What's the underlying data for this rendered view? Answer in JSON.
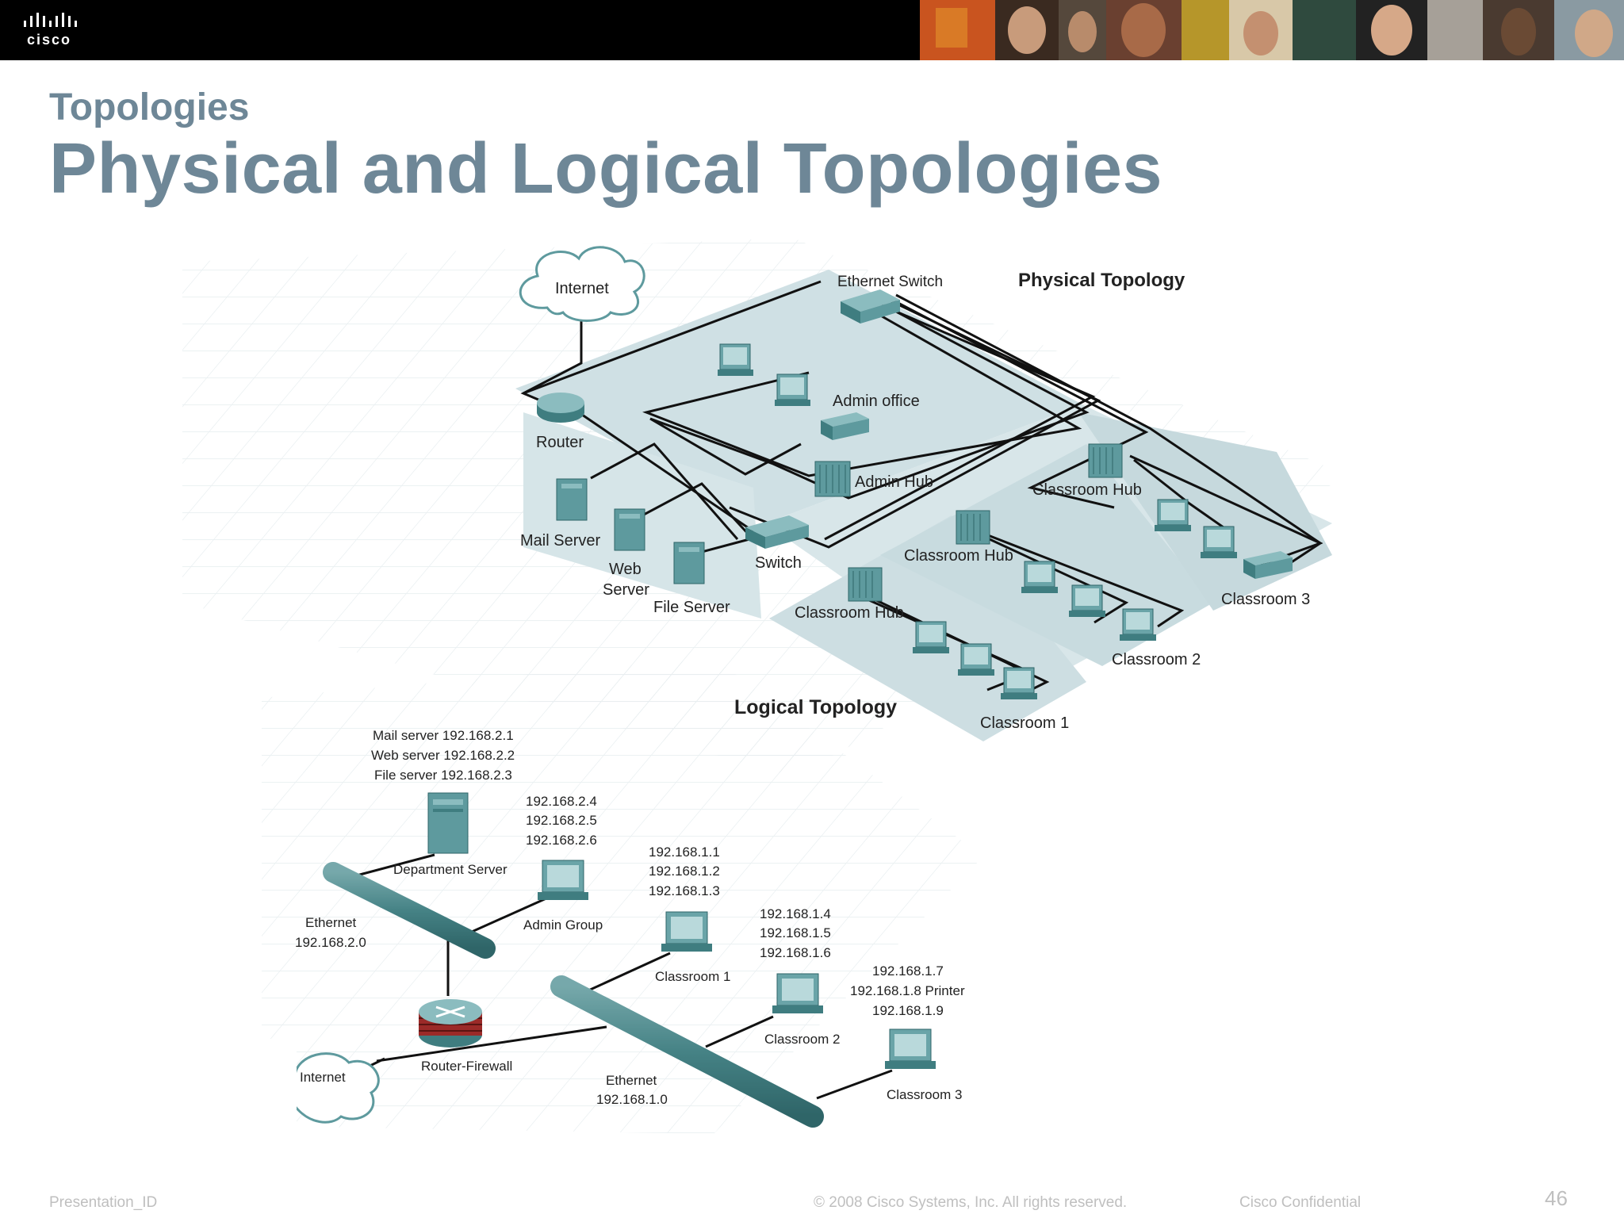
{
  "header": {
    "logo_text": "cisco",
    "subtitle": "Topologies",
    "title": "Physical and Logical Topologies"
  },
  "physical": {
    "heading": "Physical Topology",
    "internet": "Internet",
    "ethernet_switch": "Ethernet Switch",
    "router": "Router",
    "admin_office": "Admin office",
    "admin_hub": "Admin Hub",
    "mail_server": "Mail Server",
    "web_server_1": "Web",
    "web_server_2": "Server",
    "file_server": "File Server",
    "switch": "Switch",
    "classroom_hub_a": "Classroom Hub",
    "classroom_hub_b": "Classroom Hub",
    "classroom_hub_c": "Classroom Hub",
    "classroom_1": "Classroom 1",
    "classroom_2": "Classroom 2",
    "classroom_3": "Classroom 3"
  },
  "logical": {
    "heading": "Logical Topology",
    "servers_ips": [
      "Mail server 192.168.2.1",
      "Web server 192.168.2.2",
      "File server 192.168.2.3"
    ],
    "department_server": "Department Server",
    "admin_ips": [
      "192.168.2.4",
      "192.168.2.5",
      "192.168.2.6"
    ],
    "admin_group": "Admin Group",
    "ethernet_top_1": "Ethernet",
    "ethernet_top_2": "192.168.2.0",
    "class1_ips": [
      "192.168.1.1",
      "192.168.1.2",
      "192.168.1.3"
    ],
    "classroom_1": "Classroom 1",
    "class2_ips": [
      "192.168.1.4",
      "192.168.1.5",
      "192.168.1.6"
    ],
    "classroom_2": "Classroom 2",
    "class3_ips": [
      "192.168.1.7",
      "192.168.1.8 Printer",
      "192.168.1.9"
    ],
    "classroom_3": "Classroom 3",
    "router_firewall": "Router-Firewall",
    "internet": "Internet",
    "ethernet_bottom_1": "Ethernet",
    "ethernet_bottom_2": "192.168.1.0"
  },
  "footer": {
    "presentation_id": "Presentation_ID",
    "copyright": "© 2008 Cisco Systems, Inc. All rights reserved.",
    "confidential": "Cisco Confidential",
    "page_number": "46"
  },
  "colors": {
    "title": "#6e8797",
    "device_teal": "#5e9a9e",
    "floor": "#cfdfe3"
  }
}
